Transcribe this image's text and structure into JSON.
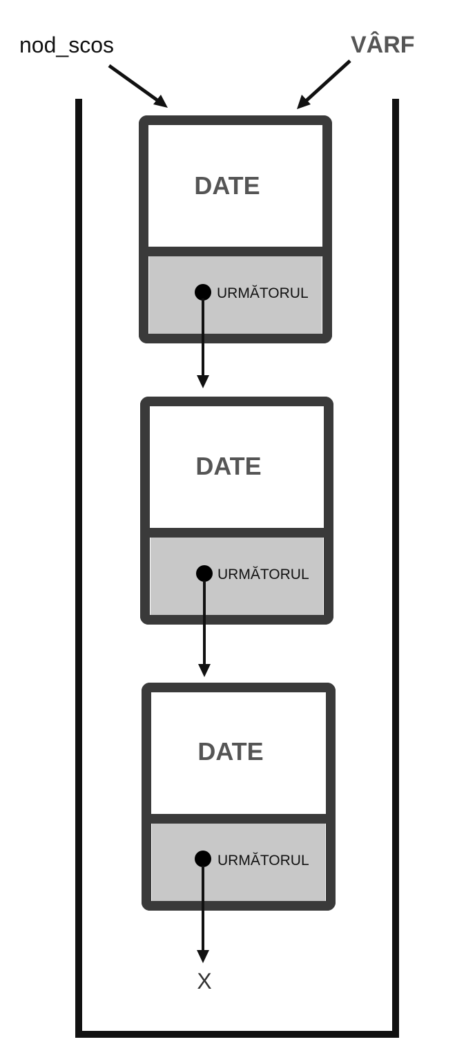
{
  "labels": {
    "removed_node": "nod_scos",
    "top": "VÂRF",
    "null_terminator": "X"
  },
  "nodes": [
    {
      "data_label": "DATE",
      "next_label": "URMĂTORUL"
    },
    {
      "data_label": "DATE",
      "next_label": "URMĂTORUL"
    },
    {
      "data_label": "DATE",
      "next_label": "URMĂTORUL"
    }
  ],
  "colors": {
    "border": "#3a3a3a",
    "data_fill": "#ffffff",
    "next_fill": "#c8c8c8",
    "container": "#111111"
  }
}
